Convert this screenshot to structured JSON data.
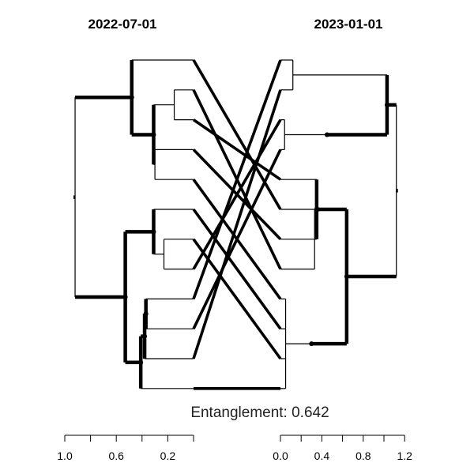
{
  "chart_data": {
    "type": "tanglegram",
    "left_title": "2022-07-01",
    "right_title": "2023-01-01",
    "entanglement_label": "Entanglement: 0.642",
    "left_axis": {
      "domain": [
        1.0,
        0.0
      ],
      "ticks": [
        1.0,
        0.6,
        0.2
      ],
      "tick_labels": [
        "1.0",
        "0.6",
        "0.2"
      ]
    },
    "right_axis": {
      "domain": [
        0.0,
        1.2
      ],
      "ticks": [
        0.0,
        0.4,
        0.8,
        1.2
      ],
      "tick_labels": [
        "0.0",
        "0.4",
        "0.8",
        "1.2"
      ]
    },
    "leaf_count": 12,
    "left_tree": {
      "h": 0.92,
      "children": [
        {
          "h": 0.48,
          "thick": true,
          "children": [
            {
              "leaf": 0
            },
            {
              "h": 0.31,
              "thick": true,
              "children": [
                {
                  "h": 0.15,
                  "children": [
                    {
                      "leaf": 1
                    },
                    {
                      "leaf": 2
                    }
                  ]
                },
                {
                  "h": 0.3,
                  "children": [
                    {
                      "leaf": 3
                    },
                    {
                      "leaf": 4
                    }
                  ]
                }
              ]
            }
          ]
        },
        {
          "h": 0.53,
          "thick": true,
          "children": [
            {
              "h": 0.31,
              "thick": true,
              "children": [
                {
                  "leaf": 5
                },
                {
                  "h": 0.23,
                  "children": [
                    {
                      "leaf": 6
                    },
                    {
                      "leaf": 7
                    }
                  ]
                }
              ]
            },
            {
              "h": 0.41,
              "thick": true,
              "children": [
                {
                  "h": 0.38,
                  "thick": true,
                  "children": [
                    {
                      "h": 0.37,
                      "thick": true,
                      "children": [
                        {
                          "leaf": 8
                        },
                        {
                          "leaf": 9
                        }
                      ]
                    },
                    {
                      "leaf": 10
                    }
                  ]
                },
                {
                  "h": 0.23,
                  "children": [
                    {
                      "leaf": 11
                    }
                  ]
                }
              ]
            }
          ]
        }
      ]
    },
    "right_tree": {
      "h": 1.12,
      "children": [
        {
          "h": 1.03,
          "thick": true,
          "children": [
            {
              "h": 0.12,
              "children": [
                {
                  "leaf": 0
                },
                {
                  "leaf": 1
                }
              ]
            },
            {
              "h": 0.45,
              "thick": true,
              "children": [
                {
                  "h": 0.04,
                  "children": [
                    {
                      "leaf": 2
                    },
                    {
                      "leaf": 3
                    }
                  ]
                }
              ]
            }
          ]
        },
        {
          "h": 0.64,
          "thick": true,
          "children": [
            {
              "h": 0.36,
              "thick": true,
              "children": [
                {
                  "h": 0.35,
                  "thick": true,
                  "children": [
                    {
                      "leaf": 4
                    },
                    {
                      "h": 0.33,
                      "children": [
                        {
                          "leaf": 5
                        },
                        {
                          "leaf": 6
                        },
                        {
                          "leaf": 7
                        }
                      ]
                    }
                  ]
                }
              ]
            },
            {
              "h": 0.3,
              "thick": true,
              "children": [
                {
                  "h": 0.05,
                  "children": [
                    {
                      "leaf": 8
                    },
                    {
                      "leaf": 9
                    },
                    {
                      "leaf": 10
                    },
                    {
                      "leaf": 11
                    }
                  ]
                }
              ]
            }
          ]
        }
      ]
    },
    "connections": [
      [
        0,
        5
      ],
      [
        1,
        7
      ],
      [
        2,
        4
      ],
      [
        3,
        6
      ],
      [
        4,
        8
      ],
      [
        5,
        9
      ],
      [
        6,
        10
      ],
      [
        7,
        2
      ],
      [
        8,
        0
      ],
      [
        9,
        3
      ],
      [
        10,
        1
      ],
      [
        11,
        11
      ]
    ]
  }
}
